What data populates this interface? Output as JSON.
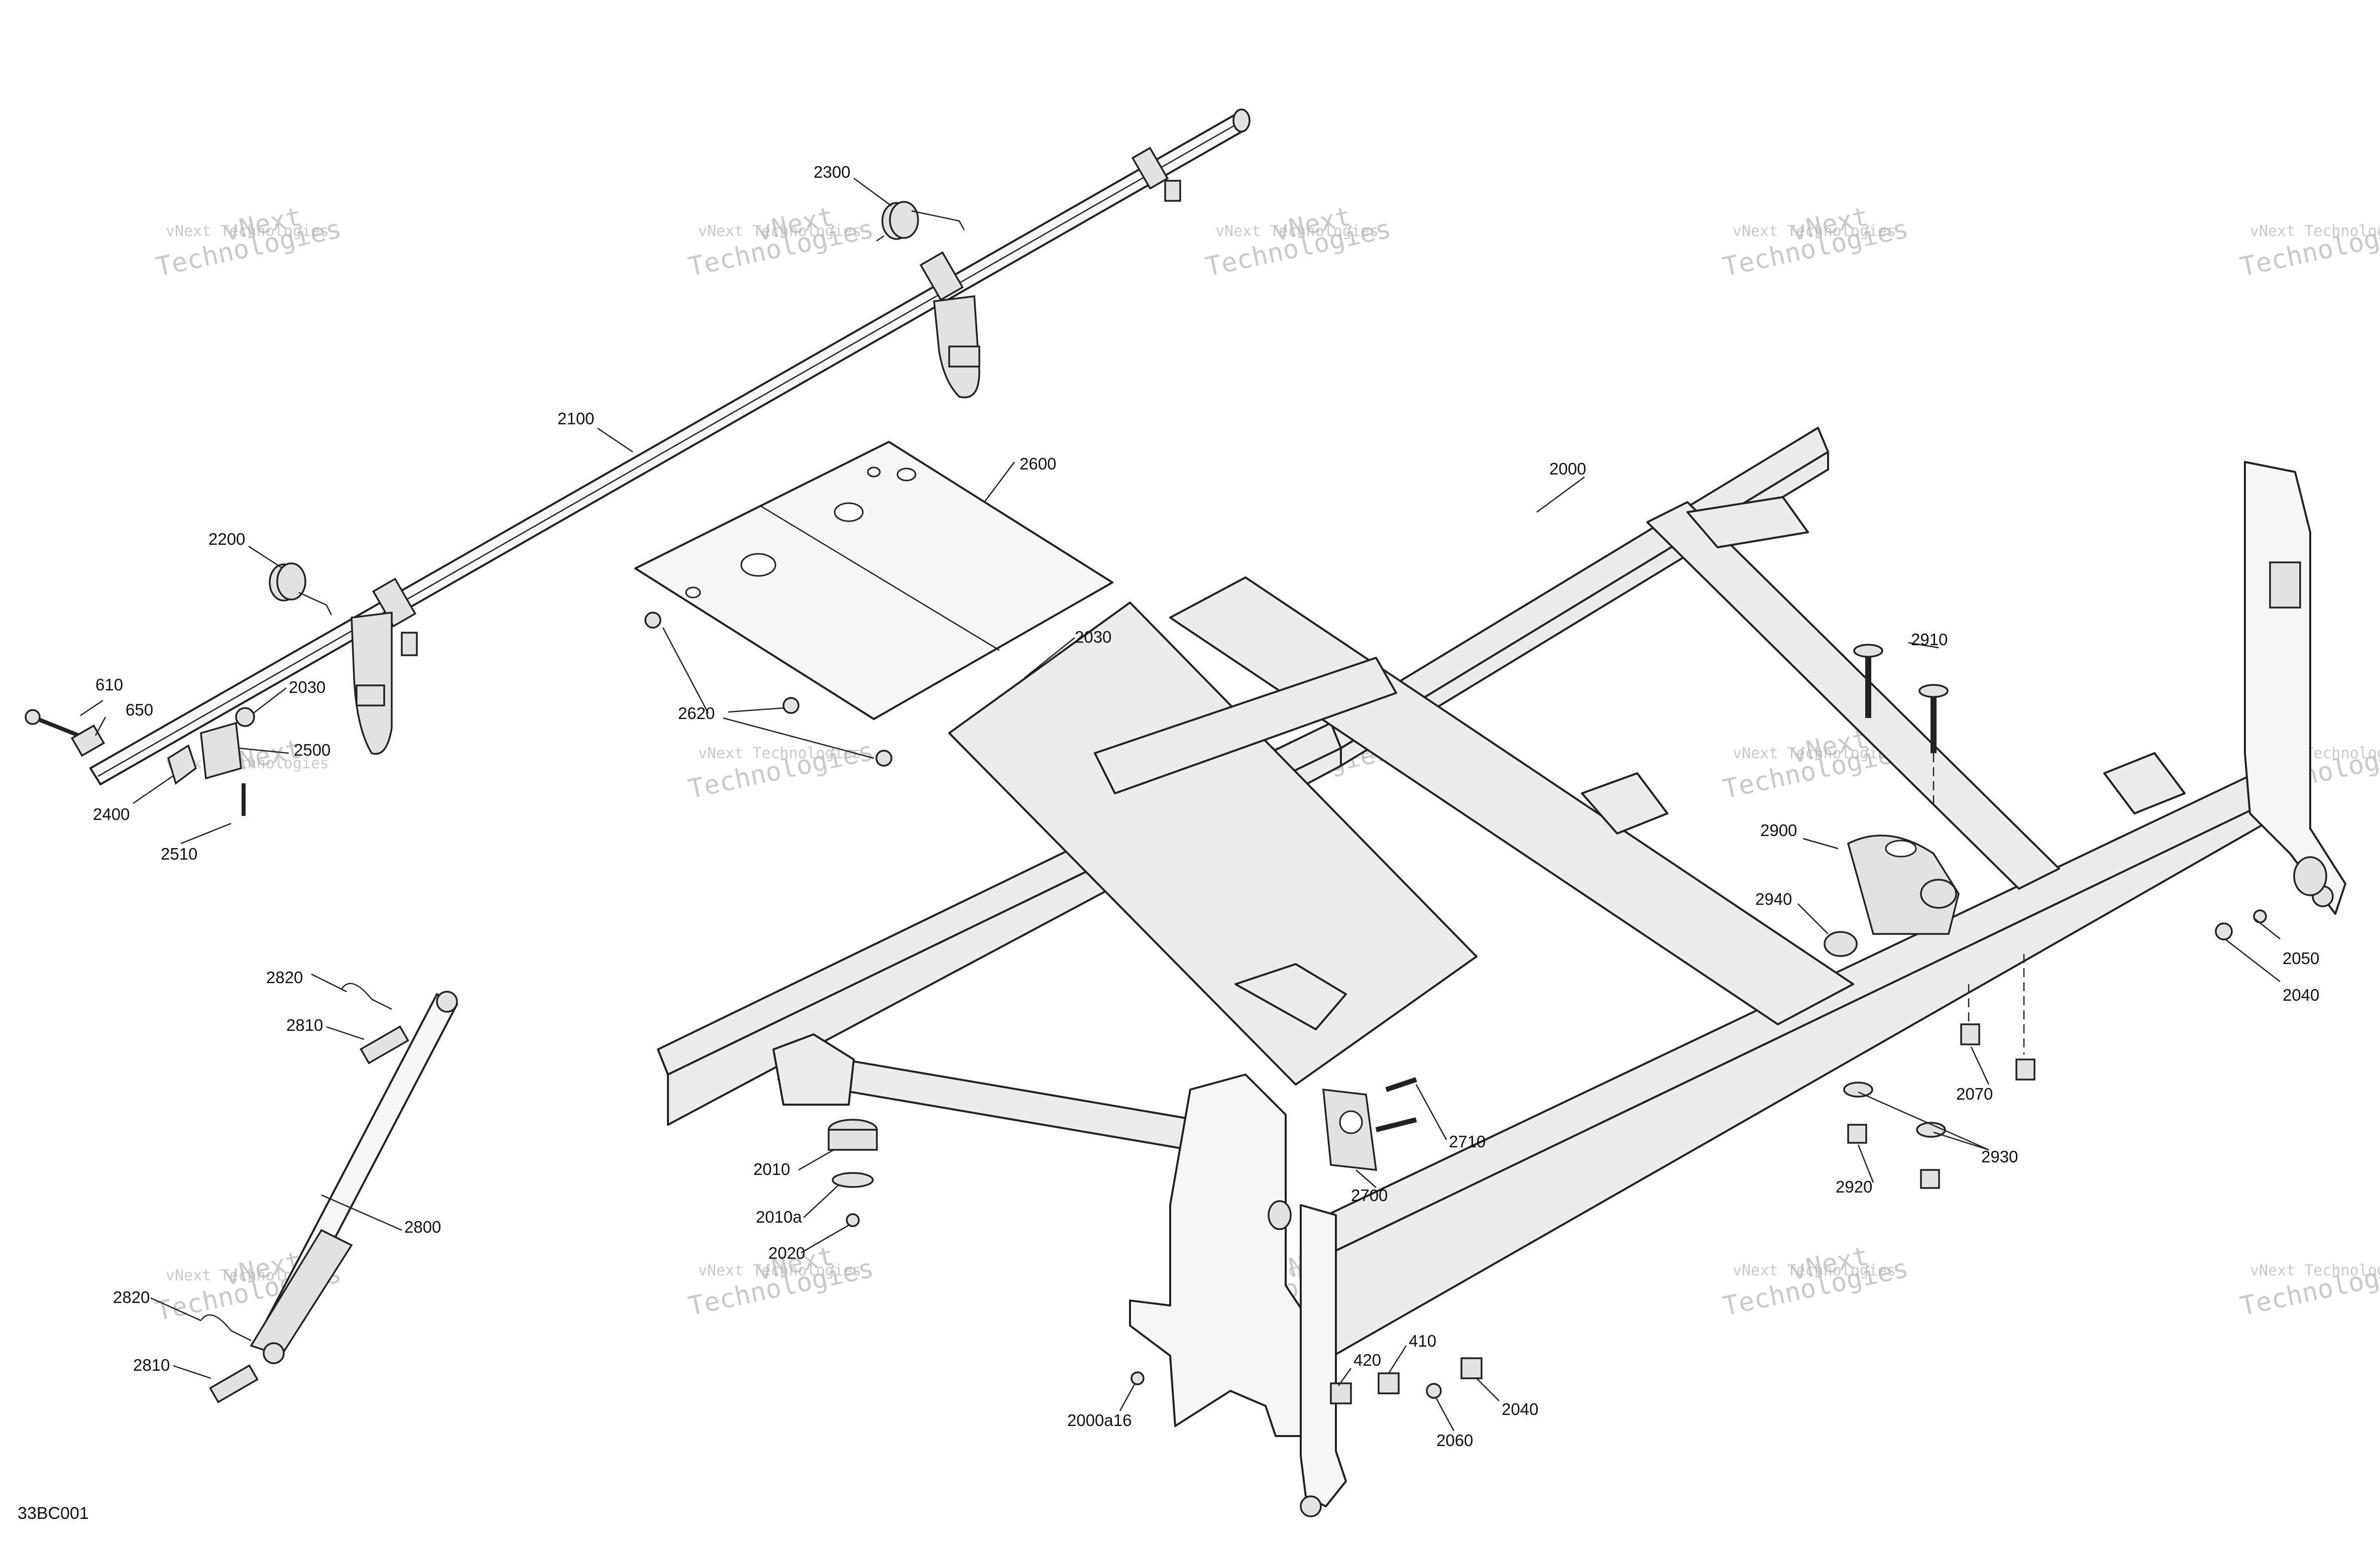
{
  "diagram": {
    "code": "33BC001",
    "watermark_line1": "vNext Technologies",
    "watermark_line2": "Technologies",
    "watermark_line3": "vNext",
    "part_numbers": {
      "p2300": "2300",
      "p2100": "2100",
      "p2200": "2200",
      "p610": "610",
      "p650": "650",
      "p2030a": "2030",
      "p2500": "2500",
      "p2400": "2400",
      "p2510": "2510",
      "p2600": "2600",
      "p2620": "2620",
      "p2030b": "2030",
      "p2000": "2000",
      "p2910": "2910",
      "p2900": "2900",
      "p2940": "2940",
      "p2050": "2050",
      "p2040a": "2040",
      "p2070": "2070",
      "p2930": "2930",
      "p2920": "2920",
      "p2710": "2710",
      "p2700": "2700",
      "p2010": "2010",
      "p2010a": "2010a",
      "p2020": "2020",
      "p2820a": "2820",
      "p2810a": "2810",
      "p2800": "2800",
      "p2820b": "2820",
      "p2810b": "2810",
      "p420": "420",
      "p410": "410",
      "p2040b": "2040",
      "p2060": "2060",
      "p2000a16": "2000a16"
    }
  }
}
